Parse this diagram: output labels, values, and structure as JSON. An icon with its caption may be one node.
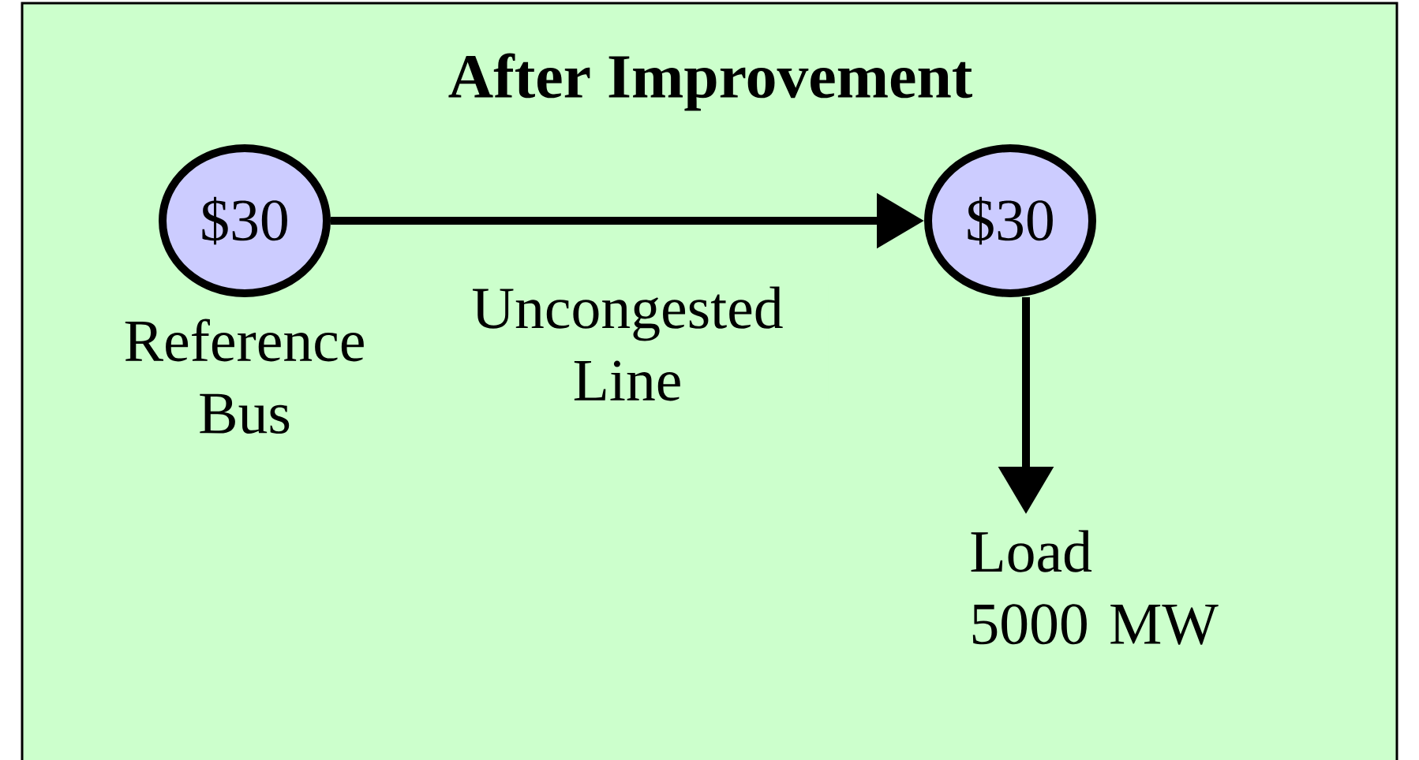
{
  "diagram": {
    "title": "After Improvement",
    "nodes": [
      {
        "text": [],
        "shape": "box"
      },
      {
        "text": [
          "$30"
        ],
        "in": 0,
        "beside": [
          "Reference Bus"
        ]
      },
      {
        "text": [
          "$30"
        ],
        "in": 0
      },
      {
        "text": [
          "Load 5000 MW"
        ],
        "in": 0
      }
    ],
    "edges": [
      {
        "from": 1,
        "to": 2,
        "arrow": "to",
        "label": "Uncongested Line"
      },
      {
        "from": 2,
        "to": 3,
        "arrow": "to"
      }
    ]
  }
}
